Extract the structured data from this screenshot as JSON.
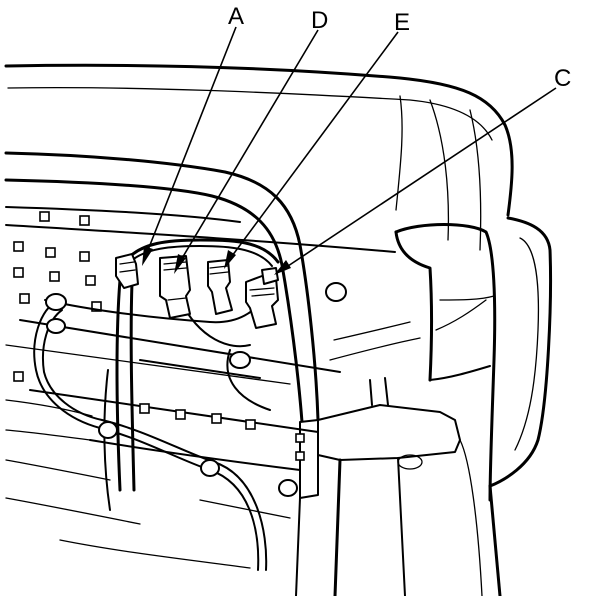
{
  "callouts": {
    "a": "A",
    "c": "C",
    "d": "D",
    "e": "E"
  },
  "colors": {
    "line": "#000000",
    "background": "#ffffff"
  }
}
